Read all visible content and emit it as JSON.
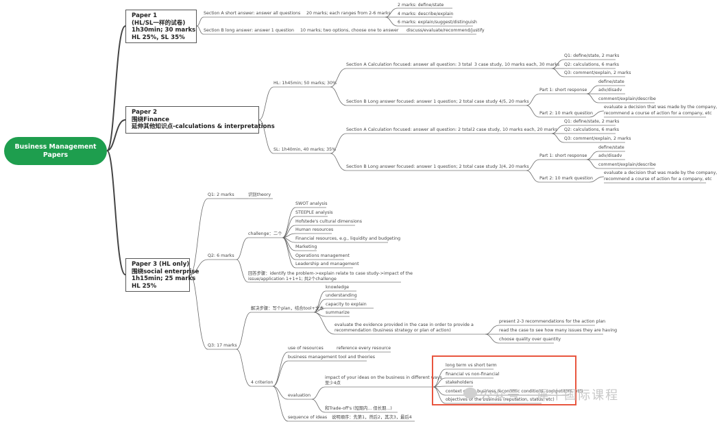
{
  "root": {
    "line1": "Business Management",
    "line2": "Papers"
  },
  "paper1": {
    "lines": [
      "Paper 1",
      "(HL/SL一样的试卷)",
      "1h30min; 30 marks",
      "HL 25%, SL 35%"
    ],
    "secA": "Section A short answer: answer all questions",
    "secA_marks": "20 marks; each ranges from 2-6 marks",
    "m2": "2 marks: define/state",
    "m4": "4 marks: describe/explain",
    "m6": "6 marks: explain/suggest/distinguish",
    "secB": "Section B long answer: answer 1 question",
    "secB_marks": "10 marks; two options, choose one to answer",
    "secB_cmd": "discuss/evaluate/recommend/justify"
  },
  "paper2": {
    "lines": [
      "Paper 2",
      "围绕Finance",
      "延伸其他知识点-calculations & interpretations"
    ],
    "hl": "HL: 1h45min; 50 marks; 30%",
    "hl_a": "Section A Calculation focused: answer all question: 3 total",
    "hl_a_case": "3 case study, 10 marks each, 30 marks",
    "hl_q1": "Q1: define/state, 2 marks",
    "hl_q2": "Q2: calculations, 6 marks",
    "hl_q3": "Q3: comment/explain, 2 marks",
    "hl_b": "Section B Long answer focused: answer 1 question; 2 total",
    "hl_b_case": "case study 4/5, 20 marks",
    "hl_p1": "Part 1: short response",
    "hl_p1a": "define/state",
    "hl_p1b": "adv/disadv",
    "hl_p1c": "comment/explain/describe",
    "hl_p2": "Part 2: 10 mark question",
    "hl_p2a": "evaluate a decision that was made by the company,",
    "hl_p2b": "recommend a course of action for a company, etc",
    "sl": "SL: 1h40min, 40 marks; 35%",
    "sl_a": "Section A Calculation focused: answer all question: 2 total",
    "sl_a_case": "2 case study, 10 marks each, 20 marks",
    "sl_q1": "Q1: define/state, 2 marks",
    "sl_q2": "Q2: calculations, 6 marks",
    "sl_q3": "Q3: comment/explain, 2 marks",
    "sl_b": "Section B Long answer focused: answer 1 question; 2 total",
    "sl_b_case": "case study 3/4, 20 marks",
    "sl_p1": "Part 1: short response",
    "sl_p1a": "define/state",
    "sl_p1b": "adv/disadv",
    "sl_p1c": "comment/explain/describe",
    "sl_p2": "Part 2: 10 mark question",
    "sl_p2a": "evaluate a decision that was made by the company,",
    "sl_p2b": "recommend a course of action for a company, etc"
  },
  "paper3": {
    "lines": [
      "Paper 3 (HL only)",
      "围绕social enterprise",
      "1h15min; 25 marks",
      "HL 25%"
    ],
    "q1": "Q1: 2 marks",
    "q1_sub": "识别theory",
    "q2": "Q2: 6 marks",
    "challenge": "challenge：二个",
    "ch_items": [
      "SWOT analysis",
      "STEEPLE analysis",
      "Hofstede's cultural dimensions",
      "Human resources",
      "Financial resources, e.g., liquidity and budgeting",
      "Marketing",
      "Operations management",
      "Leadership and management"
    ],
    "ans1": "回答步骤：identify the problem->explain relate to case study->impact of the",
    "ans2": "issue/application  1+1+1; 共2个challenge",
    "q3": "Q3: 17 marks",
    "solve": "解决步骤：写个plan，结合tool+文本",
    "solve_items": [
      "knowledge",
      "understanding",
      "capacity to explain",
      "summarize"
    ],
    "eval1": "evaluate the evidence provided in the case in order to provide a",
    "eval2": "recommendation (business strategy or plan of action)",
    "rec1": "present 2-3 recommendations for the action plan",
    "rec2": "read the case to see how many issues they are having",
    "rec3": "choose quality over quantity",
    "crit": "4 criterion",
    "use_res": "use of resources",
    "ref": "reference every resource",
    "tool": "business management tool and theories",
    "evaluation": "evaluation",
    "impact1": "impact of your ideas on the business in different ways",
    "impact2": "至少4点",
    "imp_items": [
      "long term vs short term",
      "financial vs non-financial",
      "stakeholders",
      "context of the business (economic conditions, competitors, etc)",
      "objectives of the business (reputation, status, etc)"
    ],
    "tradeoff": "和Trade-off's (短期内... 但长期...)",
    "seq": "sequence of ideas",
    "seq_sub": "说明顺序：先第1，然后2，其次3，最后4"
  },
  "watermark": "公众号 · 犀牛国际课程",
  "colors": {
    "root": "#1e9e4e",
    "highlight": "#e8553e",
    "line": "#555555"
  }
}
